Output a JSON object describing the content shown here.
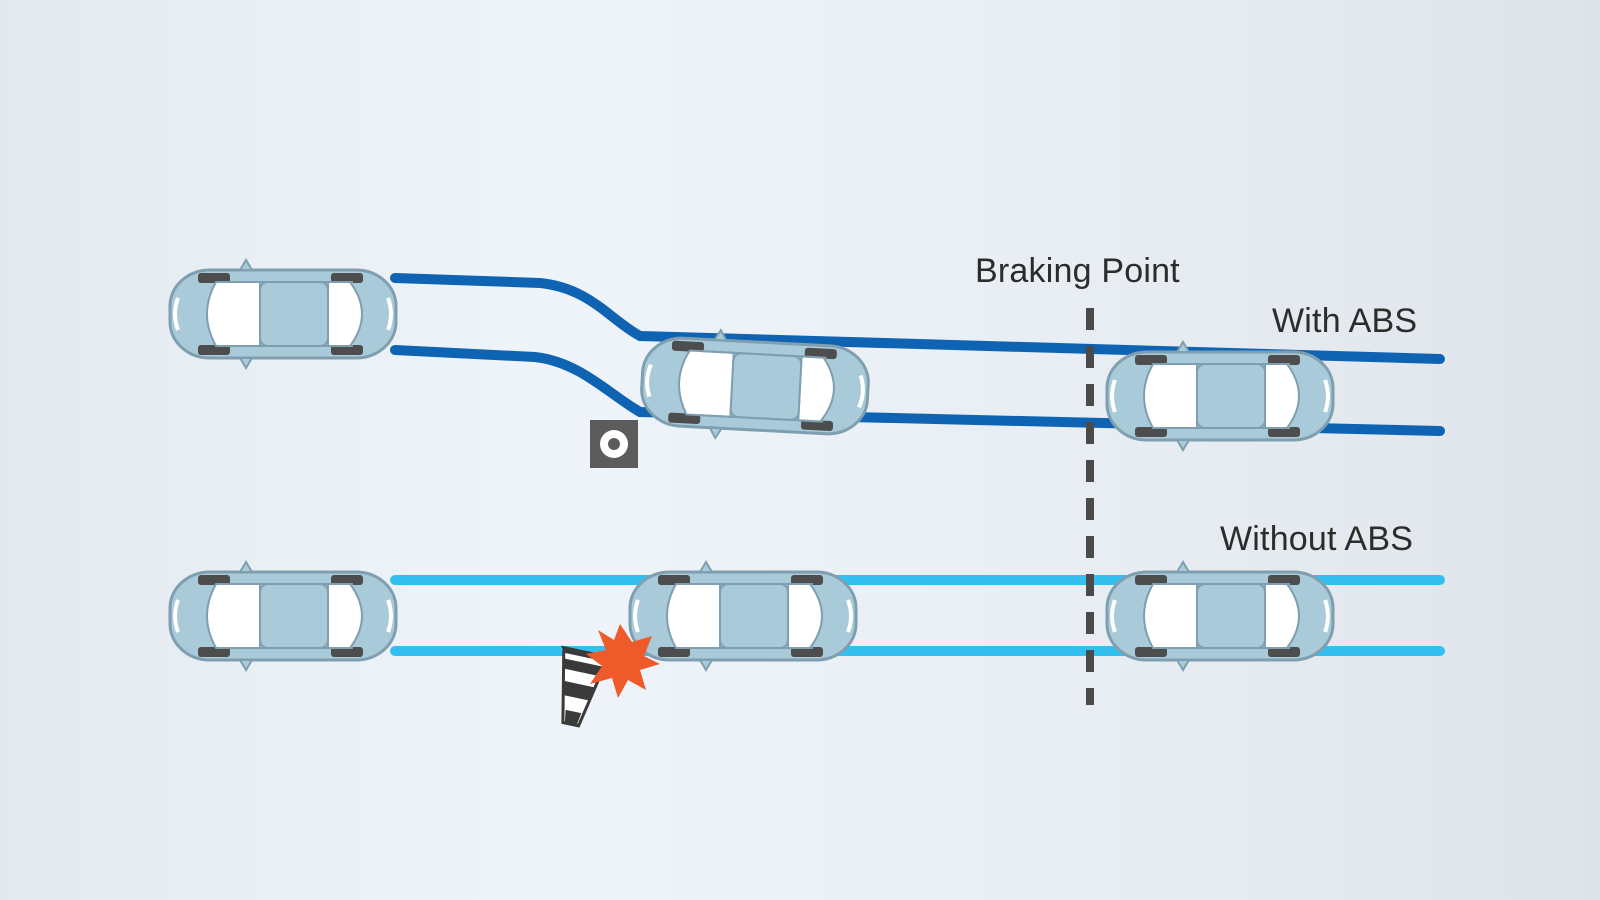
{
  "labels": {
    "braking_point": "Braking Point",
    "with_abs": "With ABS",
    "without_abs": "Without ABS"
  },
  "colors": {
    "with_abs_track": "#0f63b3",
    "without_abs_track": "#33bff0",
    "braking_line": "#4a4a4a",
    "car_body": "#a9cad8",
    "car_outline": "#7f9fb0",
    "car_glass": "#ffffff",
    "tire": "#4d4d4d",
    "impact": "#ef5a2a",
    "obstacle_marker": "#5c5c5c"
  },
  "icons": {
    "obstacle": "ring-marker-icon",
    "collision": "starburst-icon",
    "cone": "traffic-cone-icon",
    "car": "car-topview-icon"
  }
}
